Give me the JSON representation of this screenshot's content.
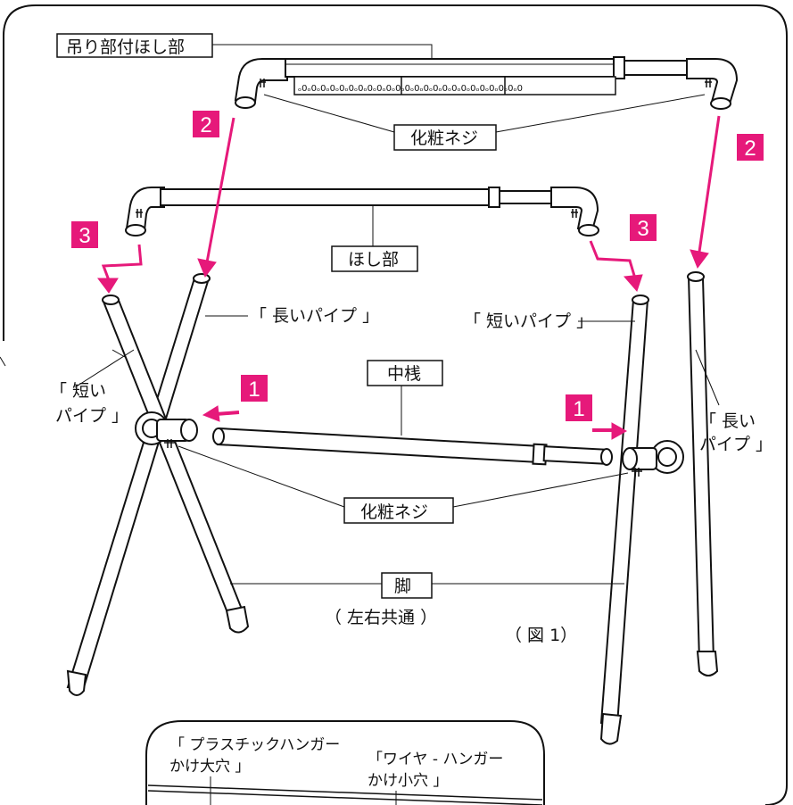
{
  "labels": {
    "hanging_dryer": "吊り部付ほし部",
    "decor_screw_top": "化粧ネジ",
    "dryer": "ほし部",
    "long_pipe_left": "「 長いパイプ 」",
    "short_pipe_right": "「 短いパイプ 」",
    "short_pipe_left_1": "「 短い",
    "short_pipe_left_2": "パイプ 」",
    "long_pipe_right_1": "「 長い",
    "long_pipe_right_2": "パイプ 」",
    "crossbar": "中桟",
    "decor_screw_bottom": "化粧ネジ",
    "leg": "脚",
    "leg_note": "（ 左右共通 ）",
    "figure": "（ 図 1）",
    "plastic_hole_1": "「 プラスチックハンガー",
    "plastic_hole_2": "かけ大穴 」",
    "wire_hole_1": "「ワイヤ - ハンガー",
    "wire_hole_2": "かけ小穴 」"
  },
  "steps": {
    "top_left": "2",
    "top_right": "2",
    "mid_left": "3",
    "mid_right": "3",
    "low_left": "1",
    "low_right": "1"
  },
  "colors": {
    "accent": "#e6197a",
    "line": "#111111"
  }
}
